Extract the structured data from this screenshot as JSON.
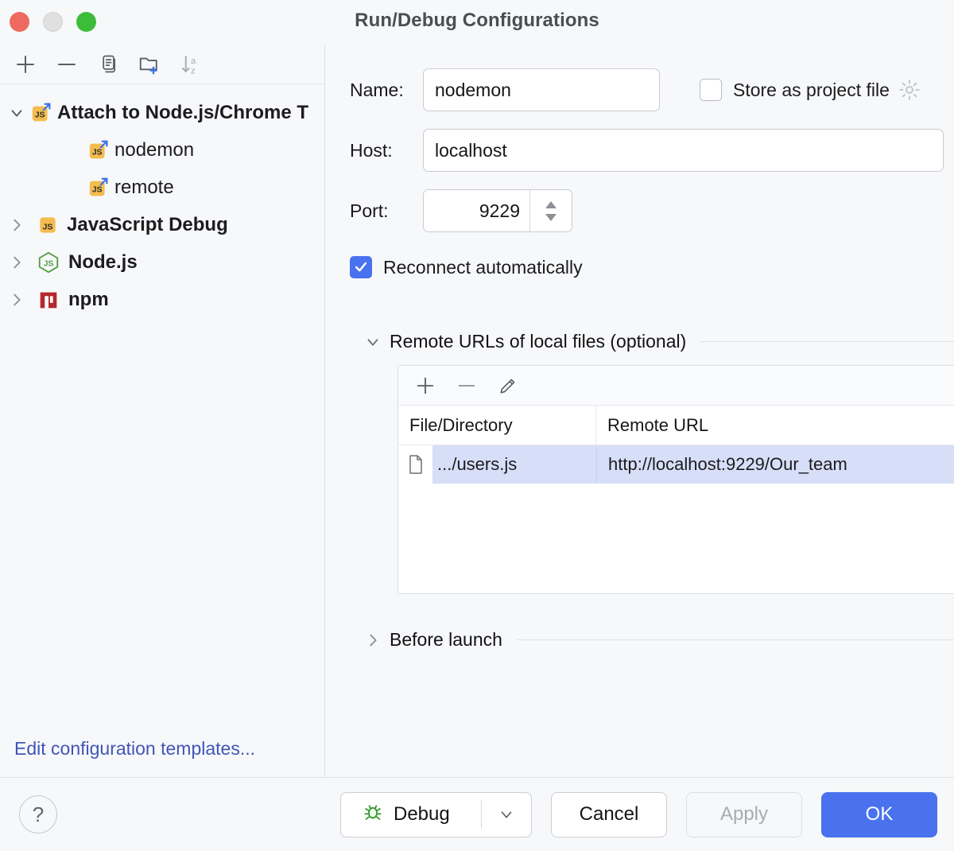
{
  "window": {
    "title": "Run/Debug Configurations",
    "traffic_lights": [
      "close-red",
      "minimize-yellow",
      "maximize-green"
    ]
  },
  "left_panel": {
    "toolbar": [
      {
        "name": "add-configuration-button",
        "icon": "plus-icon",
        "label": "+"
      },
      {
        "name": "remove-configuration-button",
        "icon": "minus-icon",
        "label": "−"
      },
      {
        "name": "copy-configuration-button",
        "icon": "copy-icon",
        "label": ""
      },
      {
        "name": "new-folder-button",
        "icon": "folder-add-icon",
        "label": ""
      },
      {
        "name": "sort-configurations-button",
        "icon": "sort-az-icon",
        "label": ""
      }
    ],
    "tree": [
      {
        "label": "Attach to Node.js/Chrome Т",
        "icon": "js-attach-icon",
        "expanded": true,
        "bold": true,
        "level": 0,
        "name": "tree-item-attach-to-nodejs-chrome"
      },
      {
        "label": "nodemon",
        "icon": "js-attach-icon",
        "selected": true,
        "bold": false,
        "level": 1,
        "name": "tree-item-nodemon"
      },
      {
        "label": "remote",
        "icon": "js-attach-icon",
        "selected": false,
        "bold": false,
        "level": 1,
        "name": "tree-item-remote"
      },
      {
        "label": "JavaScript Debug",
        "icon": "js-icon",
        "expanded": false,
        "bold": true,
        "level": 0,
        "name": "tree-item-javascript-debug"
      },
      {
        "label": "Node.js",
        "icon": "nodejs-icon",
        "expanded": false,
        "bold": true,
        "level": 0,
        "name": "tree-item-nodejs"
      },
      {
        "label": "npm",
        "icon": "npm-icon",
        "expanded": false,
        "bold": true,
        "level": 0,
        "name": "tree-item-npm"
      }
    ],
    "edit_templates_link": "Edit configuration templates..."
  },
  "form": {
    "name_label": "Name:",
    "name_value": "nodemon",
    "store_as_project_file_label": "Store as project file",
    "store_as_project_file_checked": false,
    "gear_icon": "gear-icon",
    "host_label": "Host:",
    "host_value": "localhost",
    "port_label": "Port:",
    "port_value": "9229",
    "reconnect_label": "Reconnect automatically",
    "reconnect_checked": true
  },
  "remote_urls_section": {
    "title": "Remote URLs of local files (optional)",
    "expanded": true,
    "toolbar": [
      {
        "name": "add-remote-url-button",
        "icon": "plus-icon"
      },
      {
        "name": "remove-remote-url-button",
        "icon": "minus-icon"
      },
      {
        "name": "edit-remote-url-button",
        "icon": "pencil-icon"
      }
    ],
    "columns": [
      "File/Directory",
      "Remote URL"
    ],
    "rows": [
      {
        "icon": "file-icon",
        "file": ".../users.js",
        "url": "http://localhost:9229/Our_team",
        "selected": true
      }
    ]
  },
  "before_launch_section": {
    "title": "Before launch",
    "expanded": false
  },
  "bottom_bar": {
    "help_label": "?",
    "debug_label": "Debug",
    "debug_icon": "bug-icon",
    "dropdown_icon": "chevron-down-icon",
    "cancel_label": "Cancel",
    "apply_label": "Apply",
    "apply_enabled": false,
    "ok_label": "OK"
  },
  "colors": {
    "accent_blue": "#4a72ee",
    "link_blue": "#4055b7",
    "selection_gray": "#dfdfe1",
    "row_selection": "#d7def8",
    "js_yellow": "#f3bc4e",
    "node_green": "#539e43",
    "npm_red": "#b5282d",
    "bug_green": "#3a9b35"
  }
}
